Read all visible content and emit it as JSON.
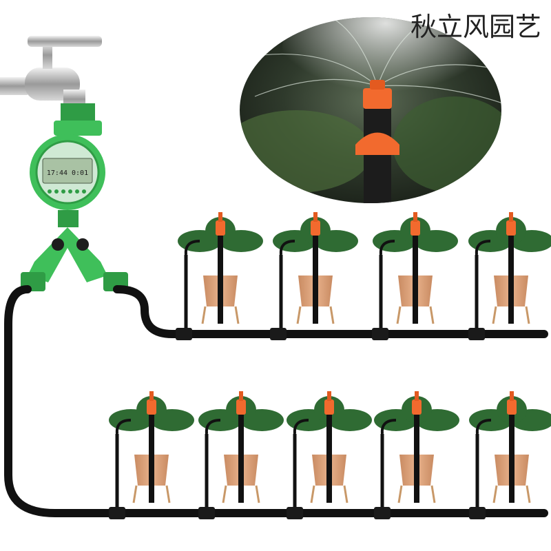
{
  "brand": "秋立风园艺",
  "timer": {
    "display_time": "17:44 0:01"
  },
  "colors": {
    "timer_green": "#3fbf5a",
    "nozzle_orange": "#f26a2e",
    "tube_black": "#111111",
    "pot_tan": "#d9a27a",
    "leaf_green": "#2f6b33"
  },
  "icons": [
    "faucet-icon",
    "water-timer",
    "y-splitter",
    "sprinkler-nozzle",
    "potted-plant"
  ]
}
